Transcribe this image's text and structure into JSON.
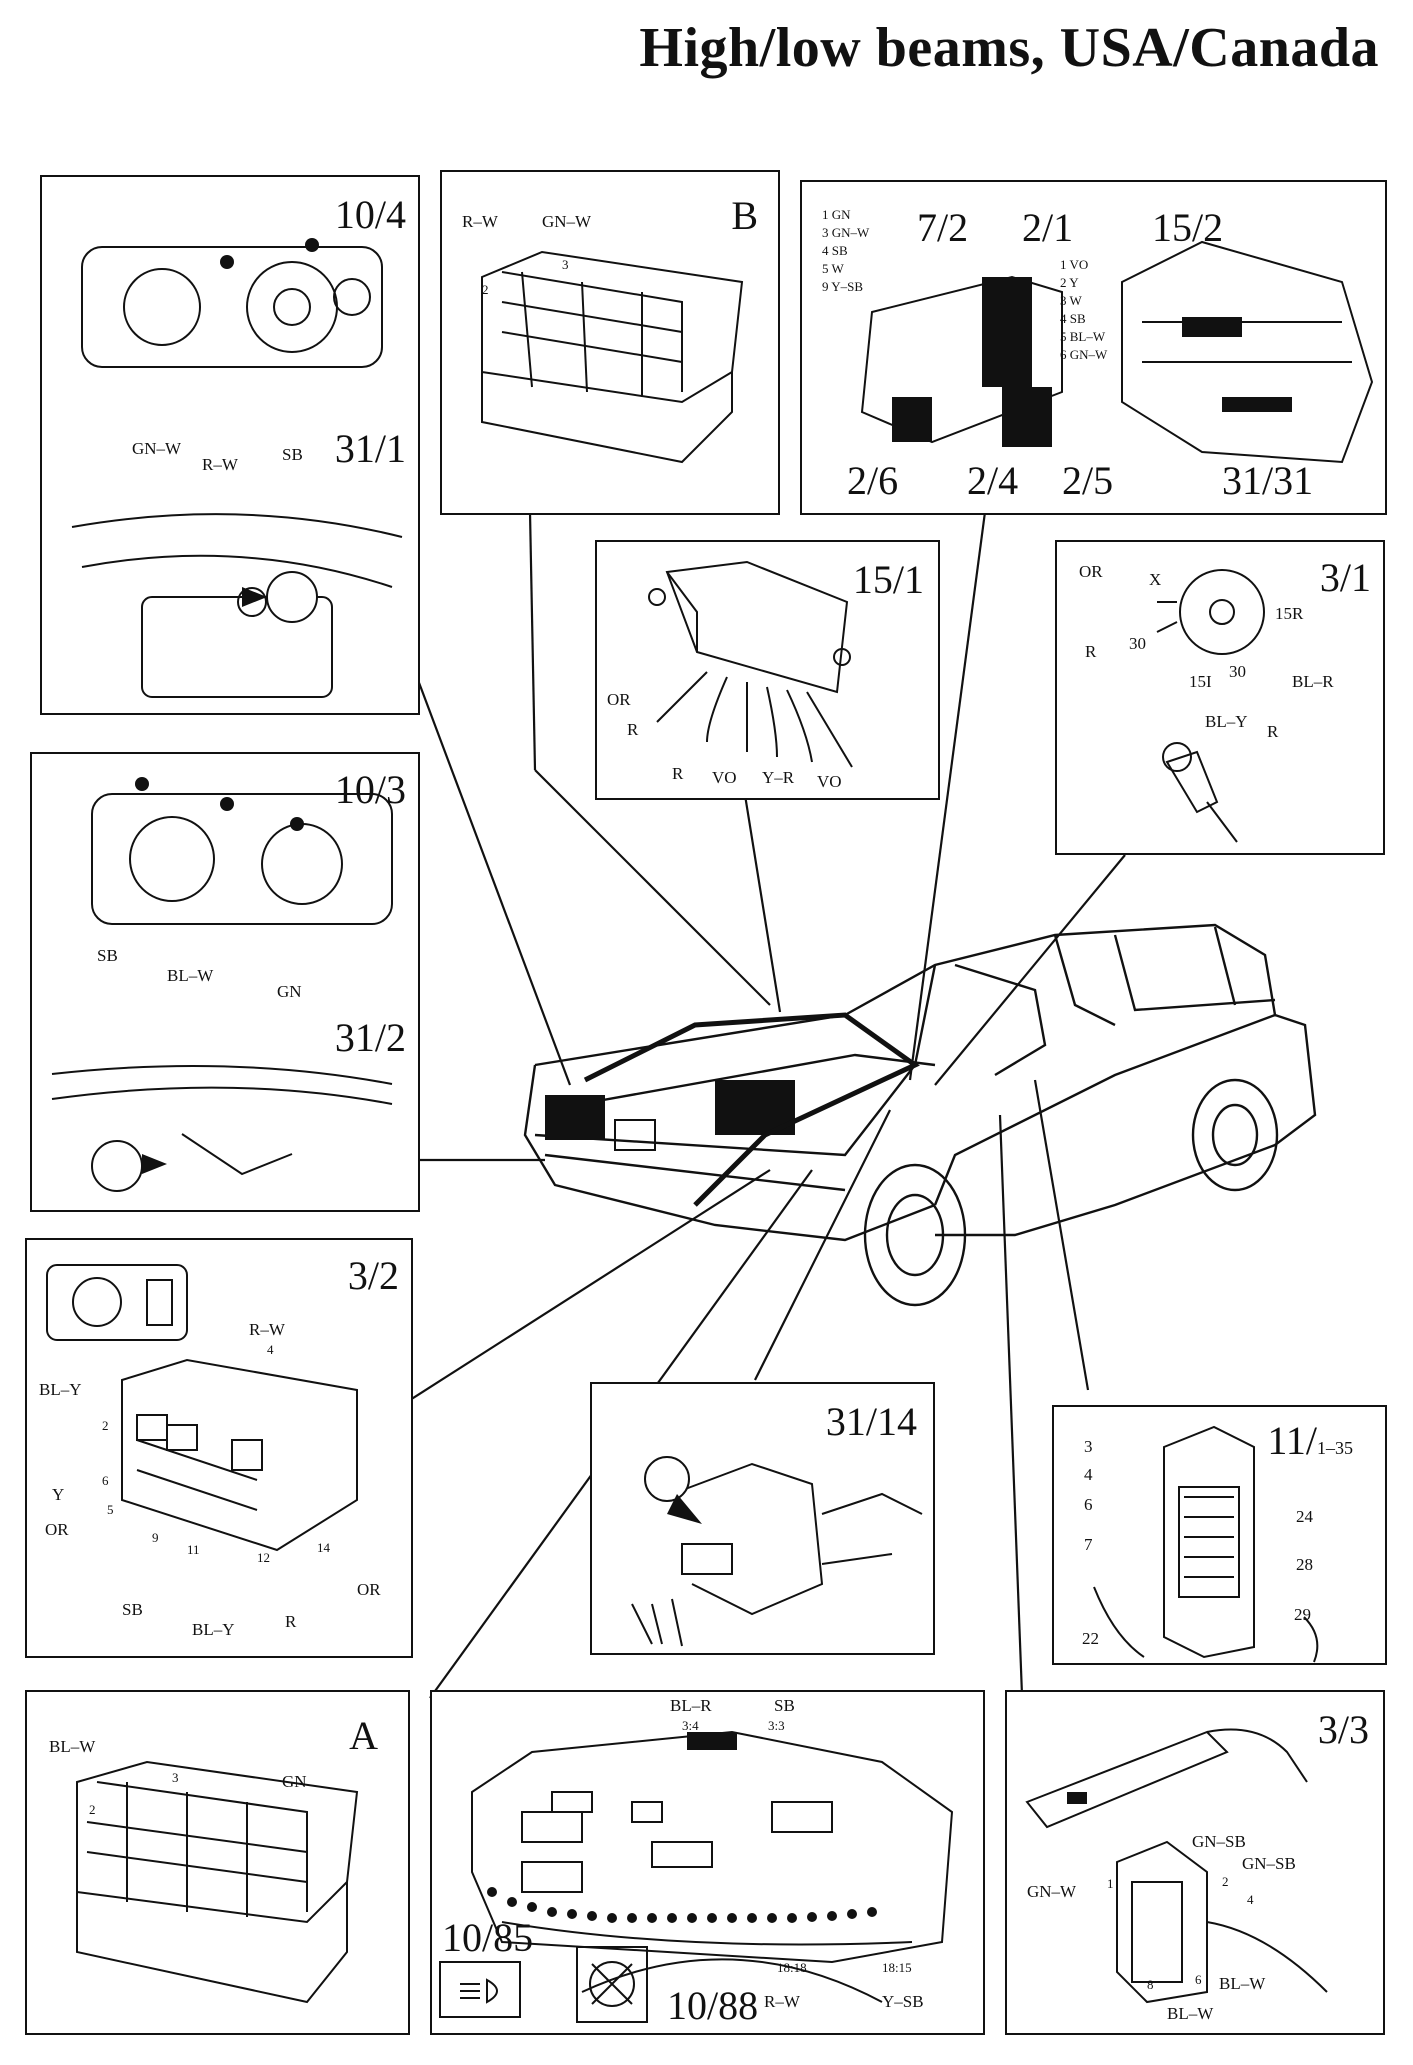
{
  "title": "High/low beams, USA/Canada",
  "panels": {
    "p10_4": {
      "id1": "10/4",
      "id2": "31/1",
      "wires": [
        "GN–W",
        "R–W",
        "SB"
      ]
    },
    "pB": {
      "id": "B",
      "wires": [
        "R–W",
        "GN–W"
      ],
      "pins": [
        "2",
        "3"
      ]
    },
    "prelay": {
      "ids": [
        "7/2",
        "2/1",
        "15/2",
        "2/6",
        "2/4",
        "2/5",
        "31/31"
      ],
      "legend_left": [
        "1 GN",
        "3 GN–W",
        "4 SB",
        "5 W",
        "9 Y–SB"
      ],
      "legend_right": [
        "1 VO",
        "2 Y",
        "3 W",
        "4 SB",
        "5 BL–W",
        "6 GN–W"
      ]
    },
    "p15_1": {
      "id": "15/1",
      "wires": [
        "OR",
        "R",
        "R",
        "VO",
        "Y–R",
        "VO"
      ]
    },
    "p3_1": {
      "id": "3/1",
      "labels": [
        "OR",
        "X",
        "15R",
        "R",
        "30",
        "15I",
        "30",
        "BL–R",
        "BL–Y",
        "R"
      ]
    },
    "p10_3": {
      "id1": "10/3",
      "id2": "31/2",
      "wires": [
        "SB",
        "BL–W",
        "GN"
      ]
    },
    "p3_2": {
      "id": "3/2",
      "labels": [
        "R–W",
        "4",
        "BL–Y",
        "2",
        "6",
        "Y",
        "5",
        "OR",
        "9",
        "11",
        "12",
        "14",
        "OR",
        "SB",
        "BL–Y",
        "R"
      ]
    },
    "p31_14": {
      "id": "31/14"
    },
    "p11": {
      "id": "11/",
      "sub": "1–35",
      "pins_left": [
        "3",
        "4",
        "6",
        "7",
        "22"
      ],
      "pins_right": [
        "24",
        "28",
        "29"
      ]
    },
    "pA": {
      "id": "A",
      "wires": [
        "BL–W",
        "GN"
      ],
      "pins": [
        "2",
        "3"
      ]
    },
    "pcluster": {
      "top": [
        "BL–R",
        "SB"
      ],
      "top_pins": [
        "3:4",
        "3:3"
      ],
      "ids": [
        "10/85",
        "10/88"
      ],
      "bottom_pins": [
        "18:18",
        "18:15"
      ],
      "bottom_wires": [
        "R–W",
        "Y–SB"
      ]
    },
    "p3_3": {
      "id": "3/3",
      "labels": [
        "GN–SB",
        "GN–SB",
        "GN–W",
        "1",
        "2",
        "4",
        "8",
        "6",
        "BL–W",
        "BL–W"
      ]
    }
  }
}
